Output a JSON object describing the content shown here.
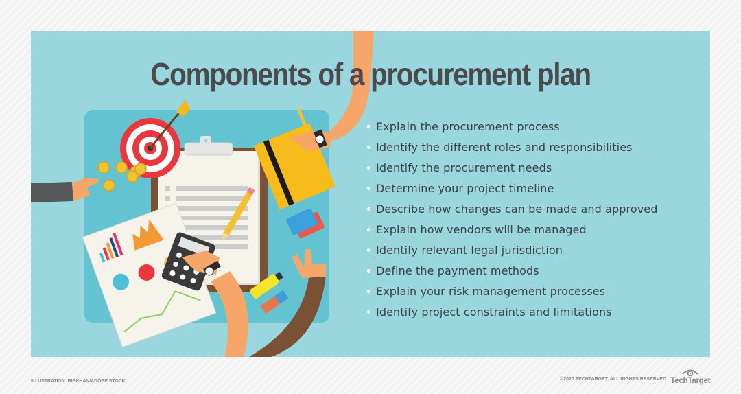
{
  "title": "Components of a procurement plan",
  "bullets": [
    "Explain the procurement process",
    "Identify the different roles and responsibilities",
    "Identify the procurement needs",
    "Determine your project timeline",
    "Describe how changes can be made and approved",
    "Explain how vendors will be managed",
    "Identify relevant legal jurisdiction",
    "Define the payment methods",
    "Explain your risk management processes",
    "Identify project constraints and limitations"
  ],
  "footer": {
    "credit": "ILLUSTRATION: RIBKHAN/ADOBE STOCK",
    "copyright": "©2020 TECHTARGET. ALL RIGHTS RESERVED",
    "logo": "TechTarget"
  },
  "colors": {
    "panel_bg": "#9ad6de",
    "inner_box": "#63c3d1",
    "title_text": "#4b4b4d",
    "target_red": "#e8383d",
    "coin_gold": "#f2c230",
    "folder_yellow": "#f8bb1c",
    "clipboard_brown": "#7b5136",
    "skin": "#f7a66a"
  },
  "illustration": {
    "elements": [
      "target-with-arrow",
      "gold-coins",
      "clipboard-checklist",
      "pencil",
      "yellow-folder",
      "credit-cards",
      "calculator",
      "charts-report",
      "highlighter",
      "eraser",
      "hands"
    ]
  }
}
